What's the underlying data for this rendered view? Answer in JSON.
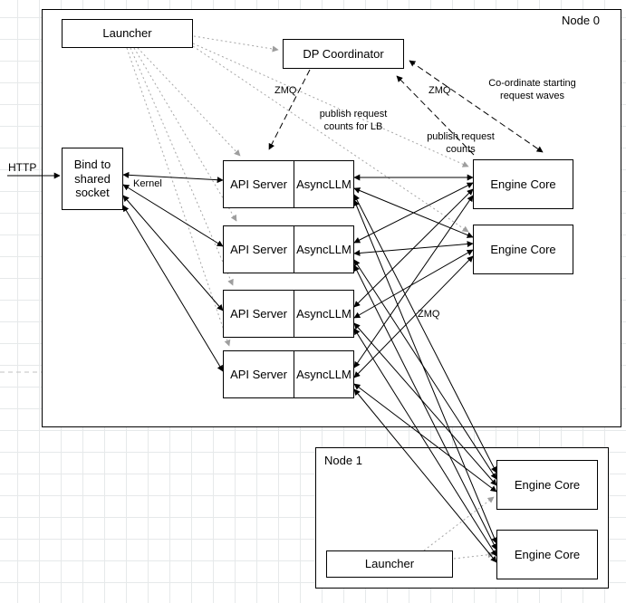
{
  "node0": {
    "title": "Node 0",
    "launcher": "Launcher",
    "dp_coordinator": "DP Coordinator",
    "bind_socket": "Bind to shared socket",
    "api_server_rows": [
      {
        "api_server": "API Server",
        "async_llm": "AsyncLLM"
      },
      {
        "api_server": "API Server",
        "async_llm": "AsyncLLM"
      },
      {
        "api_server": "API Server",
        "async_llm": "AsyncLLM"
      },
      {
        "api_server": "API Server",
        "async_llm": "AsyncLLM"
      }
    ],
    "engine_cores": [
      "Engine Core",
      "Engine Core"
    ]
  },
  "node1": {
    "title": "Node 1",
    "launcher": "Launcher",
    "engine_cores": [
      "Engine Core",
      "Engine Core"
    ]
  },
  "labels": {
    "http": "HTTP",
    "kernel": "Kernel",
    "zmq_coordinator_api": "ZMQ",
    "zmq_engine_coordinator": "ZMQ",
    "zmq_asyncllm_engine": "ZMQ",
    "publish_request_counts_for_lb": "publish request counts for LB",
    "publish_request_counts": "publish request counts",
    "coordinate_starting_request_waves": "Co-ordinate starting request waves"
  }
}
